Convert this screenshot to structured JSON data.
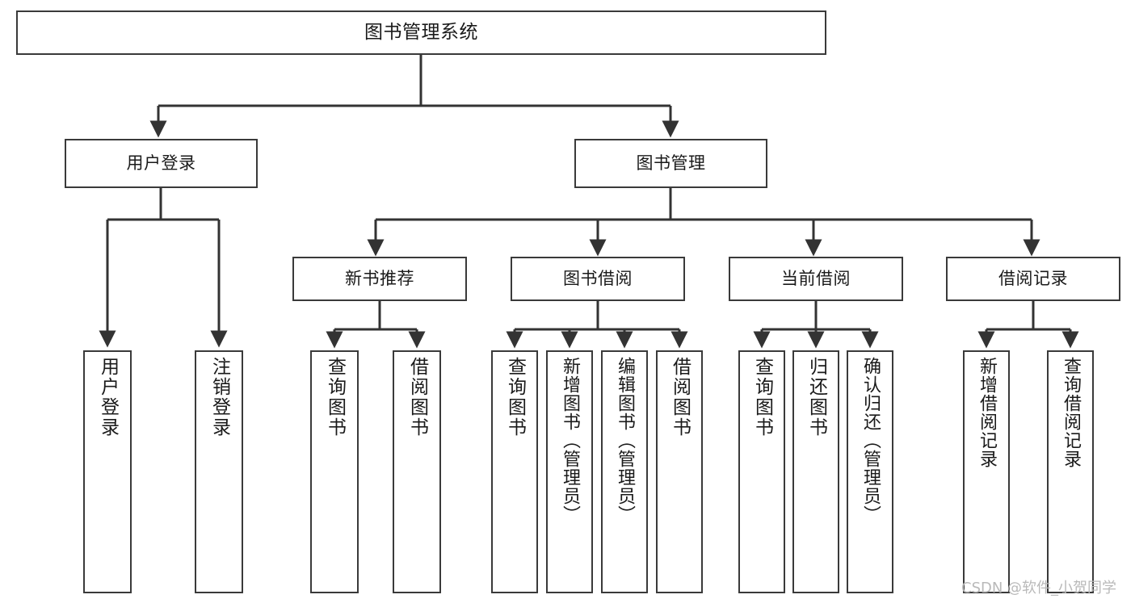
{
  "diagram": {
    "title": "图书管理系统",
    "type": "tree-hierarchy-diagram",
    "colors": {
      "background": "#ffffff",
      "box_border": "#3a3a3a",
      "connector": "#333333",
      "text": "#1a1a1a",
      "watermark": "#b9b9b9"
    },
    "root": {
      "label": "图书管理系统"
    },
    "level2": [
      {
        "label": "用户登录"
      },
      {
        "label": "图书管理"
      }
    ],
    "level3": [
      {
        "label": "新书推荐"
      },
      {
        "label": "图书借阅"
      },
      {
        "label": "当前借阅"
      },
      {
        "label": "借阅记录"
      }
    ],
    "leaves": {
      "user_login": [
        {
          "label": "用户登录"
        },
        {
          "label": "注销登录"
        }
      ],
      "new_book_recommend": [
        {
          "label": "查询图书"
        },
        {
          "label": "借阅图书"
        }
      ],
      "book_borrow": [
        {
          "label": "查询图书"
        },
        {
          "label": "新增图书（管理员）"
        },
        {
          "label": "编辑图书（管理员）"
        },
        {
          "label": "借阅图书"
        }
      ],
      "current_borrow": [
        {
          "label": "查询图书"
        },
        {
          "label": "归还图书"
        },
        {
          "label": "确认归还（管理员）"
        }
      ],
      "borrow_record": [
        {
          "label": "新增借阅记录"
        },
        {
          "label": "查询借阅记录"
        }
      ]
    },
    "watermark": "CSDN @软件_小贺同学"
  }
}
